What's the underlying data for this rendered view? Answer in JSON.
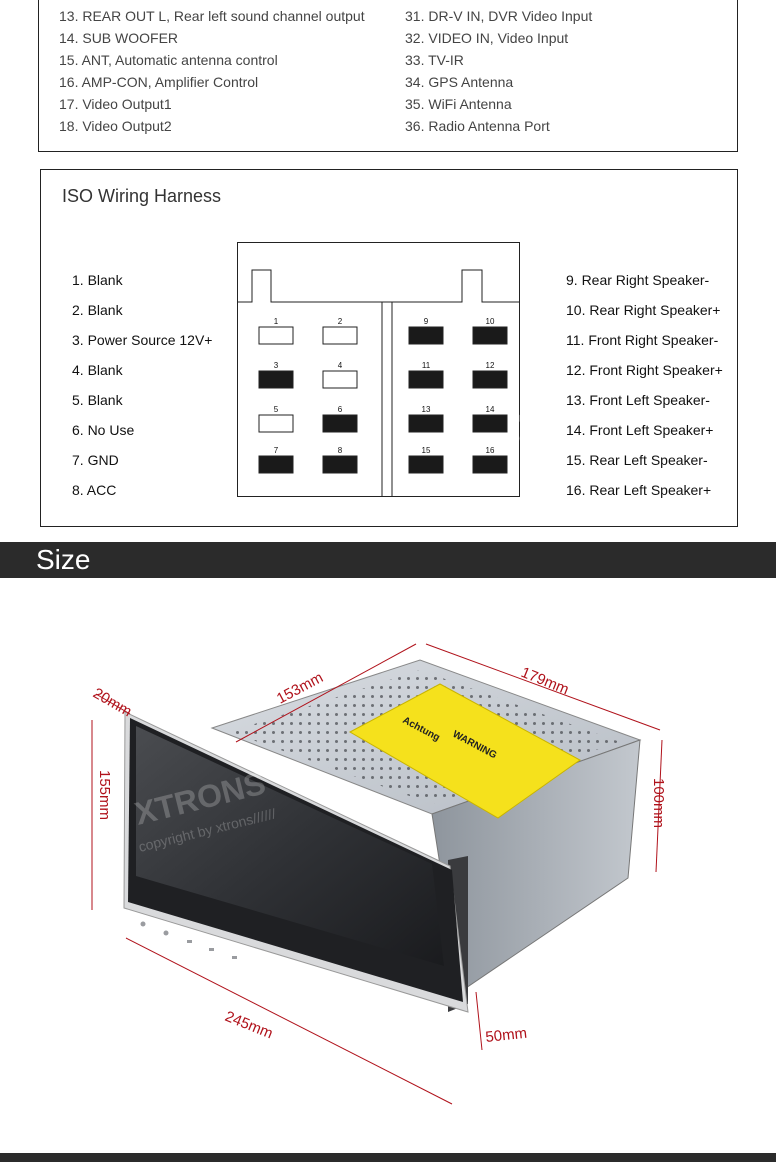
{
  "pins_left": [
    "13. REAR OUT L, Rear left sound channel output",
    "14. SUB WOOFER",
    "15. ANT, Automatic antenna control",
    "16. AMP-CON, Amplifier Control",
    "17. Video Output1",
    "18. Video Output2"
  ],
  "pins_right": [
    "31. DR-V IN, DVR Video Input",
    "32. VIDEO IN, Video Input",
    "33. TV-IR",
    "34. GPS Antenna",
    "35. WiFi Antenna",
    "36. Radio Antenna Port"
  ],
  "iso": {
    "title": "ISO Wiring Harness",
    "left": [
      "1. Blank",
      "2. Blank",
      "3. Power Source 12V+",
      "4. Blank",
      "5. Blank",
      "6. No Use",
      "7. GND",
      "8. ACC"
    ],
    "right": [
      "9. Rear Right Speaker-",
      "10. Rear Right Speaker+",
      "11. Front Right Speaker-",
      "12. Front Right Speaker+",
      "13. Front Left Speaker-",
      "14. Front Left Speaker+",
      "15. Rear Left Speaker-",
      "16. Rear Left Speaker+"
    ],
    "pin_numbers": [
      "1",
      "2",
      "3",
      "4",
      "5",
      "6",
      "7",
      "8",
      "9",
      "10",
      "11",
      "12",
      "13",
      "14",
      "15",
      "16"
    ],
    "filled_pins": [
      "3",
      "6",
      "7",
      "8",
      "9",
      "10",
      "11",
      "12",
      "13",
      "14",
      "15",
      "16"
    ],
    "watermark_brand": "XTRONS",
    "watermark_copy": "copyright by xtrons"
  },
  "size": {
    "title": "Size",
    "dims": {
      "depth_top": "153mm",
      "width_chassis": "179mm",
      "thickness": "20mm",
      "height_screen": "155mm",
      "height_chassis": "100mm",
      "width_screen": "245mm",
      "depth_bottom": "50mm"
    },
    "brand": "XTRONS",
    "copyright": "copyright by xtrons//////",
    "label_warning": "WARNING",
    "label_achtung": "Achtung"
  },
  "colors": {
    "dimension_red": "#b0121b",
    "header_bar": "#2b2b2b",
    "sticker_yellow": "#f5e11c"
  }
}
